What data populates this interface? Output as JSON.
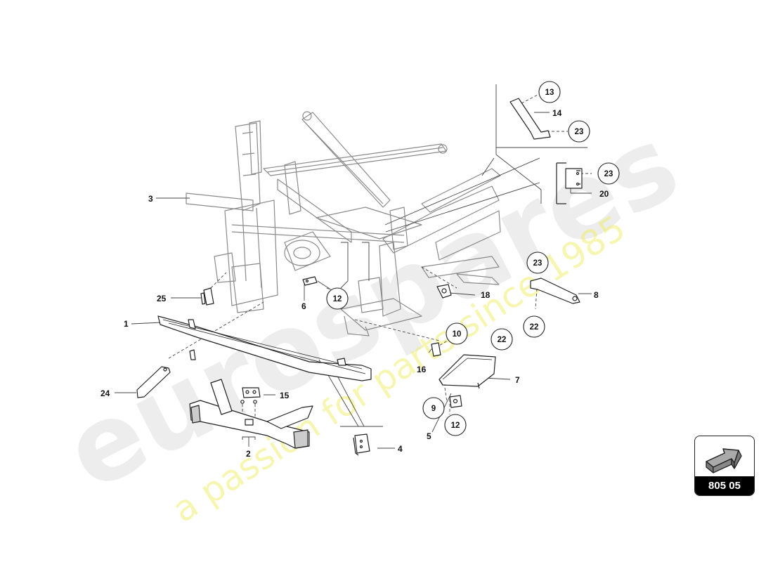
{
  "watermark": {
    "brand": "eurospares",
    "tagline": "a passion for parts since 1985"
  },
  "labels": {
    "l1": "1",
    "l2": "2",
    "l3": "3",
    "l4": "4",
    "l5": "5",
    "l6": "6",
    "l7": "7",
    "l8": "8",
    "l14": "14",
    "l15": "15",
    "l16": "16",
    "l18": "18",
    "l20": "20",
    "l24": "24",
    "l25": "25"
  },
  "circled": {
    "c13": "13",
    "c23a": "23",
    "c23b": "23",
    "c23c": "23",
    "c12a": "12",
    "c10": "10",
    "c22a": "22",
    "c22b": "22",
    "c9": "9",
    "c12b": "12"
  },
  "reference": {
    "code": "805 05",
    "icon": "arrow-icon"
  },
  "colors": {
    "line": "#333333",
    "frame": "#888888",
    "watermark_grey": "#d9d9d9",
    "watermark_yellow": "#eeee66"
  }
}
